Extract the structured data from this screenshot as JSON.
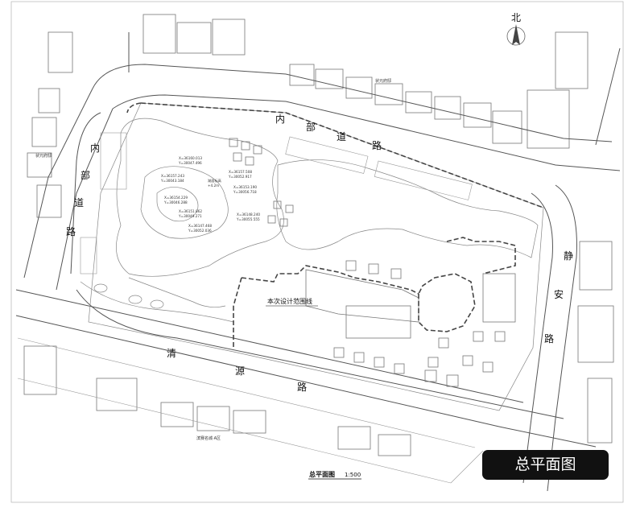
{
  "labels": {
    "north": "北",
    "badge_title": "总平面图",
    "scale_title": "总平面图",
    "scale_value": "1:500",
    "design_boundary": "本次设计范围线",
    "road_inner_top": [
      "内",
      "部",
      "道",
      "路"
    ],
    "road_inner_left": [
      "内",
      "部",
      "道",
      "路"
    ],
    "road_jingan": [
      "静",
      "安",
      "路"
    ],
    "road_qingyuan": [
      "清",
      "源",
      "路"
    ],
    "garden_note_a": "湖面标高",
    "garden_note_b": "+4.2m",
    "bottom_community": "滨赛名城·A区",
    "top_community": "状元府邸",
    "left_community": "状元府邸"
  },
  "coordinates": [
    {
      "x": "X=36160.013",
      "y": "Y=30047.496"
    },
    {
      "x": "X=36157.243",
      "y": "Y=30043.184"
    },
    {
      "x": "X=36157.508",
      "y": "Y=30052.917"
    },
    {
      "x": "X=36153.190",
      "y": "Y=30056.718"
    },
    {
      "x": "X=36154.229",
      "y": "Y=30046.288"
    },
    {
      "x": "X=36151.862",
      "y": "Y=30049.271"
    },
    {
      "x": "X=36148.240",
      "y": "Y=30055.555"
    },
    {
      "x": "X=36147.468",
      "y": "Y=30052.036"
    }
  ]
}
